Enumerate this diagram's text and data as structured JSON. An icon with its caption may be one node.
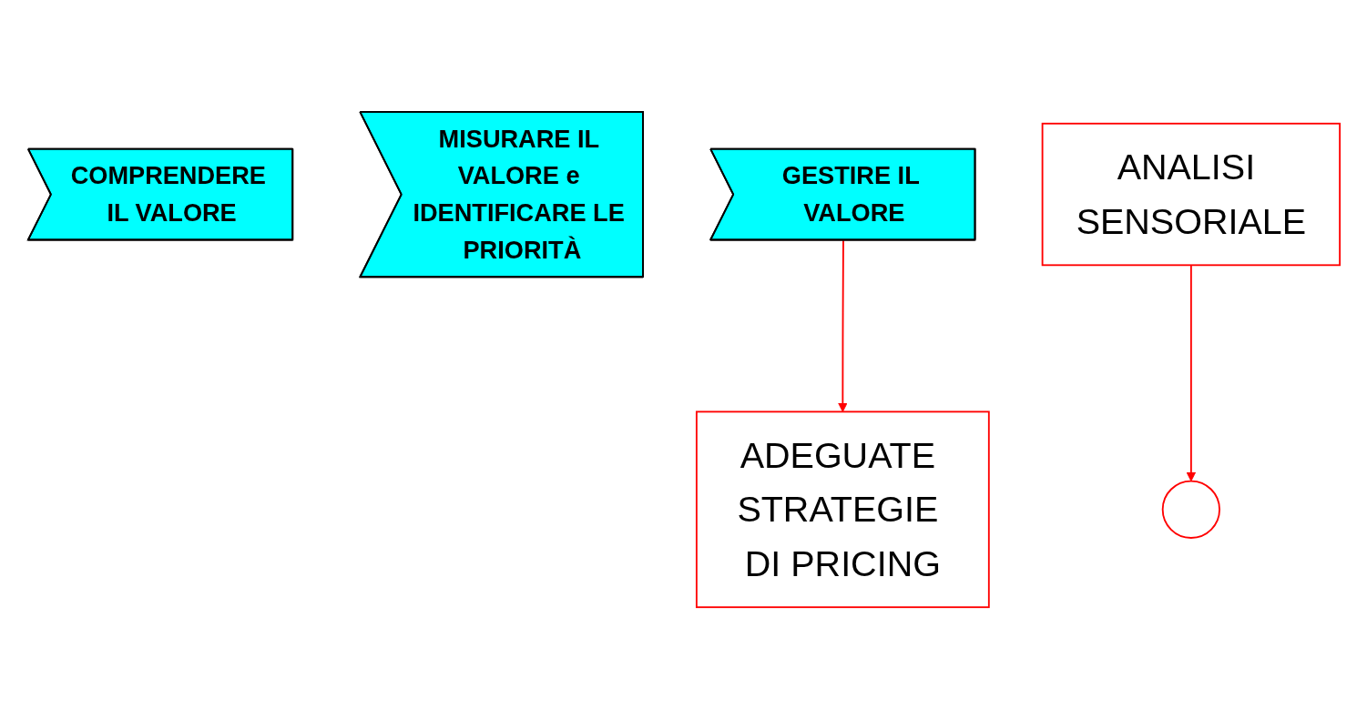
{
  "diagram": {
    "nodes": [
      {
        "text": [
          "COMPRENDERE IL VALORE"
        ]
      },
      {
        "text": [
          "MISURARE IL VALORE e IDENTIFICARE LE PRIORITÀ"
        ]
      },
      {
        "text": [],
        "shape": "circle"
      },
      {
        "text": [
          "GESTIRE IL VALORE"
        ]
      },
      {
        "text": [
          "ANALISI SENSORIALE"
        ]
      },
      {
        "text": [
          "ADEGUATE STRATEGIE DI PRICING"
        ]
      }
    ],
    "edges": [
      {
        "from": 4,
        "to": 2,
        "arrow": "to"
      },
      {
        "from": 3,
        "to": 5,
        "arrow": "to"
      }
    ]
  }
}
